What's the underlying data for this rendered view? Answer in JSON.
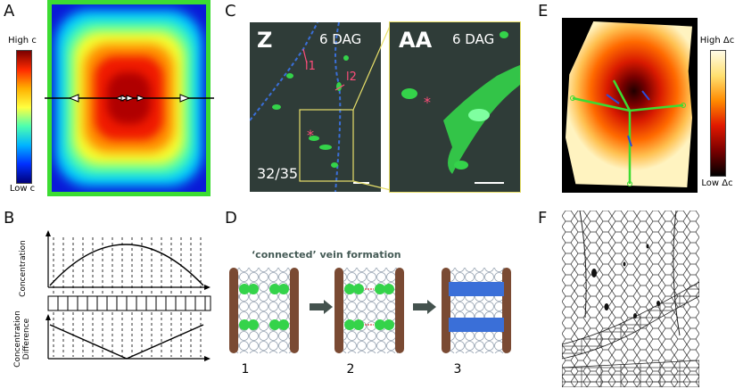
{
  "panels": {
    "A": {
      "label": "A",
      "colorbar": {
        "high": "High c",
        "low": "Low c"
      }
    },
    "B": {
      "label": "B",
      "top_ylabel": "Concentration",
      "bottom_ylabel_line1": "Concentration",
      "bottom_ylabel_line2": "Difference"
    },
    "C": {
      "label": "C",
      "left_letter": "Z",
      "left_stage": "6 DAG",
      "right_letter": "AA",
      "right_stage": "6 DAG",
      "callout_1": "l1",
      "callout_2": "l2",
      "count": "32/35",
      "asterisk": "*"
    },
    "D": {
      "label": "D",
      "title": "‘connected’ vein formation",
      "steps": [
        "1",
        "2",
        "3"
      ]
    },
    "E": {
      "label": "E",
      "colorbar": {
        "high": "High Δc",
        "low": "Low Δc"
      }
    },
    "F": {
      "label": "F"
    }
  },
  "colors": {
    "vein_blue": "#3a6fd8",
    "cell_green": "#34d34a",
    "brown_edge": "#7a4a33",
    "frame_green": "#3cdc32"
  }
}
